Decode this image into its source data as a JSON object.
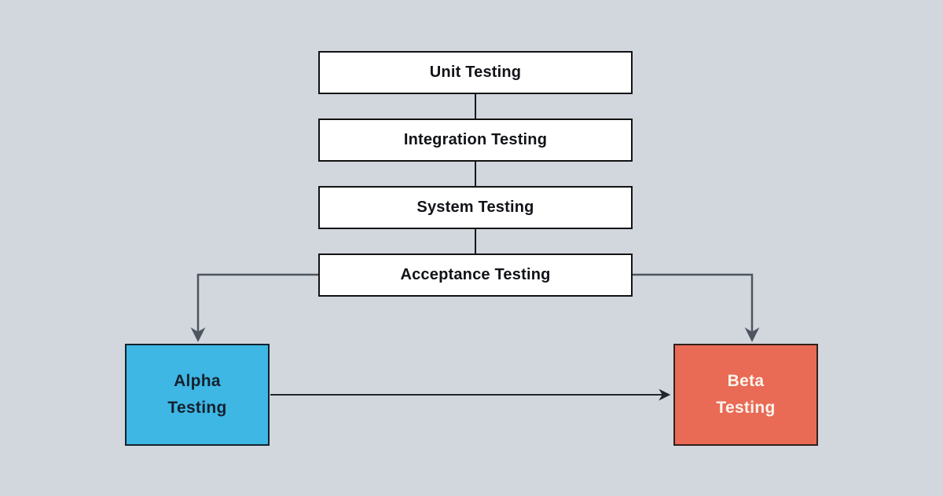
{
  "diagram": {
    "flow_nodes": [
      {
        "label": "Unit Testing"
      },
      {
        "label": "Integration Testing"
      },
      {
        "label": "System Testing"
      },
      {
        "label": "Acceptance Testing"
      }
    ],
    "branch_nodes": [
      {
        "lines": [
          "Alpha",
          "Testing"
        ],
        "fill": "#3eb7e4",
        "border": "#10222e",
        "text_color": "#14212c"
      },
      {
        "lines": [
          "Beta",
          "Testing"
        ],
        "fill": "#e96a55",
        "border": "#30201c",
        "text_color": "#faf5ee"
      }
    ],
    "colors": {
      "background": "#d2d6dd",
      "node_fill": "#ffffff",
      "node_border": "#121212",
      "node_text": "#111318",
      "stack_connector": "#16181c",
      "branch_connector": "#4d5560",
      "alpha_beta_connector": "#20262e"
    }
  }
}
